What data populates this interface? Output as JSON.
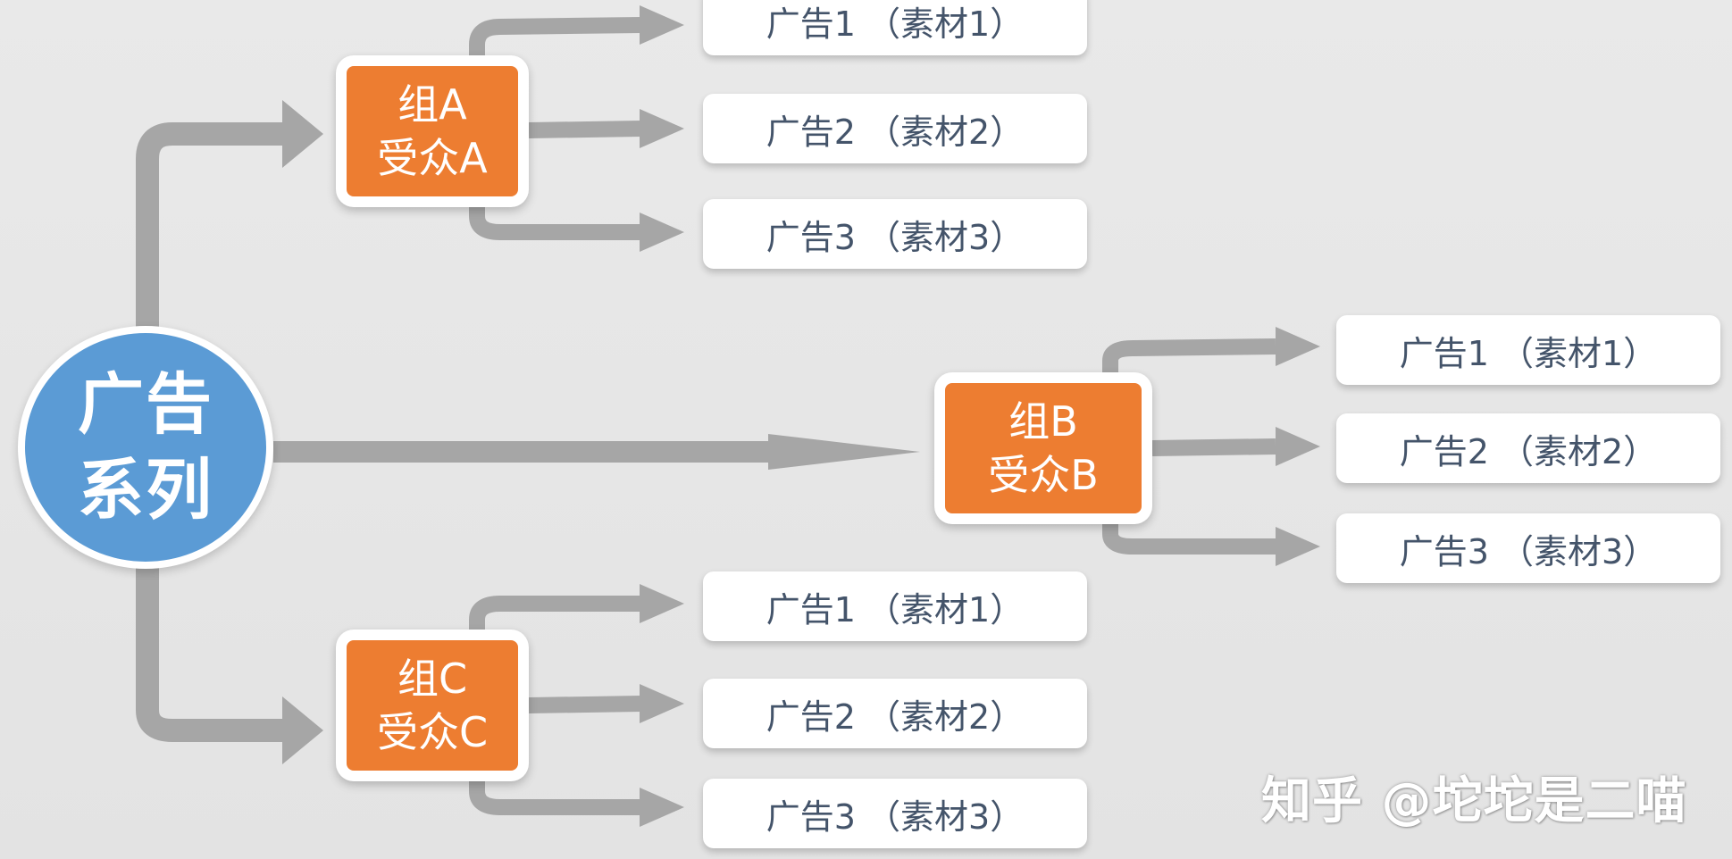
{
  "root": {
    "label": "广告系列",
    "color": "#5b9bd5"
  },
  "groups": [
    {
      "id": "a",
      "name": "组A",
      "audience": "受众A",
      "color": "#ed7d31",
      "ads": [
        "广告1 （素材1）",
        "广告2 （素材2）",
        "广告3 （素材3）"
      ]
    },
    {
      "id": "b",
      "name": "组B",
      "audience": "受众B",
      "color": "#ed7d31",
      "ads": [
        "广告1 （素材1）",
        "广告2 （素材2）",
        "广告3 （素材3）"
      ]
    },
    {
      "id": "c",
      "name": "组C",
      "audience": "受众C",
      "color": "#ed7d31",
      "ads": [
        "广告1 （素材1）",
        "广告2 （素材2）",
        "广告3 （素材3）"
      ]
    }
  ],
  "arrow_color": "#a6a6a6",
  "watermark": "知乎 @坨坨是二喵"
}
